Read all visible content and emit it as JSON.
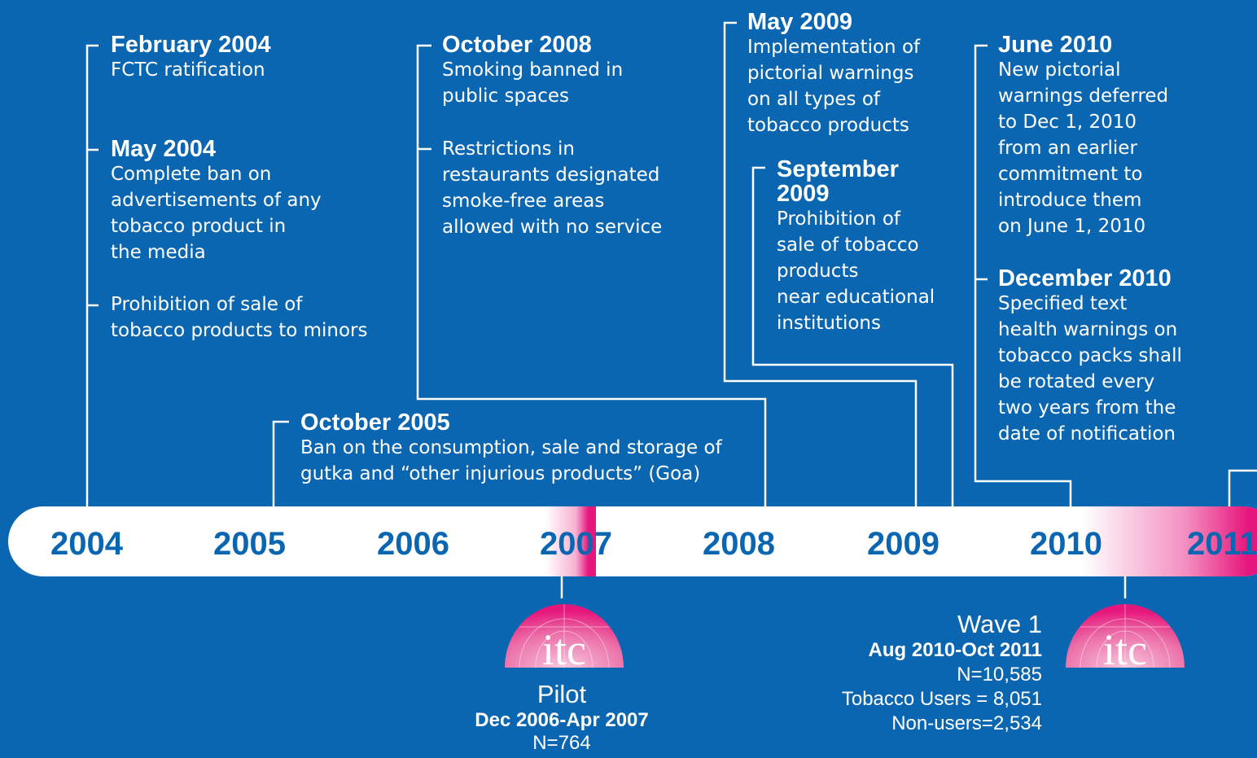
{
  "events": {
    "feb2004": {
      "title": "February 2004",
      "body": "FCTC ratification"
    },
    "may2004": {
      "title": "May 2004",
      "body": "Complete ban on\nadvertisements of any\ntobacco product in\nthe media"
    },
    "may2004b": {
      "body": "Prohibition of sale of\ntobacco products to minors"
    },
    "oct2008": {
      "title": "October 2008",
      "body": "Smoking banned in\npublic spaces"
    },
    "oct2008b": {
      "body": "Restrictions in\nrestaurants designated\nsmoke-free areas\nallowed with no service"
    },
    "may2009": {
      "title": "May 2009",
      "body": "Implementation of\npictorial warnings\non all types of\ntobacco products"
    },
    "sep2009": {
      "title": "September\n2009",
      "body": "Prohibition of\nsale of tobacco\nproducts\nnear educational\ninstitutions"
    },
    "jun2010": {
      "title": "June 2010",
      "body": "New pictorial\nwarnings deferred\nto Dec 1, 2010\nfrom an earlier\ncommitment to\nintroduce them\non June 1, 2010"
    },
    "dec2010": {
      "title": "December 2010",
      "body": "Specified text\nhealth warnings on\ntobacco packs shall\nbe rotated every\ntwo years from the\ndate of notification"
    },
    "oct2005": {
      "title": "October 2005",
      "body": "Ban on the consumption, sale and storage of\ngutka and “other injurious products” (Goa)"
    }
  },
  "years": [
    "2004",
    "2005",
    "2006",
    "2007",
    "2008",
    "2009",
    "2010",
    "2011"
  ],
  "pilot": {
    "name": "Pilot",
    "dates": "Dec 2006-Apr 2007",
    "n": "N=764"
  },
  "wave1": {
    "name": "Wave 1",
    "dates": "Aug 2010-Oct 2011",
    "n": "N=10,585",
    "users": "Tobacco Users = 8,051",
    "nonusers": "Non-users=2,534"
  },
  "logo_text": "itc",
  "colors": {
    "background": "#0b66b1",
    "accent": "#e6177c",
    "bar": "#ffffff"
  }
}
